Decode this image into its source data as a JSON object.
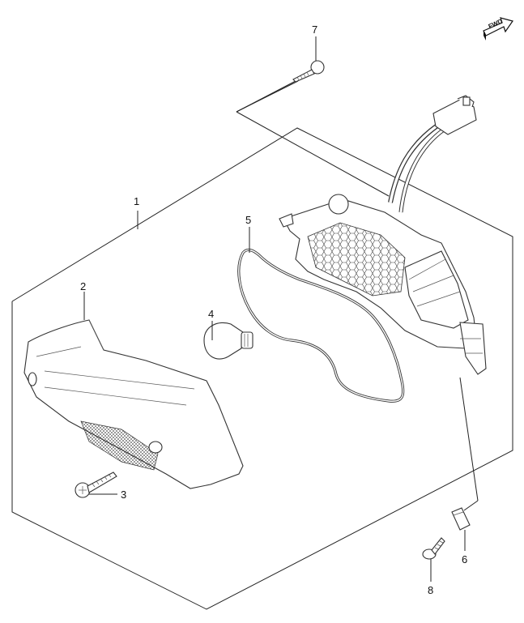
{
  "diagram": {
    "fwd_label": "FWD",
    "callouts": [
      {
        "id": "1",
        "label": "1"
      },
      {
        "id": "2",
        "label": "2"
      },
      {
        "id": "3",
        "label": "3"
      },
      {
        "id": "4",
        "label": "4"
      },
      {
        "id": "5",
        "label": "5"
      },
      {
        "id": "6",
        "label": "6"
      },
      {
        "id": "7",
        "label": "7"
      },
      {
        "id": "8",
        "label": "8"
      }
    ]
  }
}
